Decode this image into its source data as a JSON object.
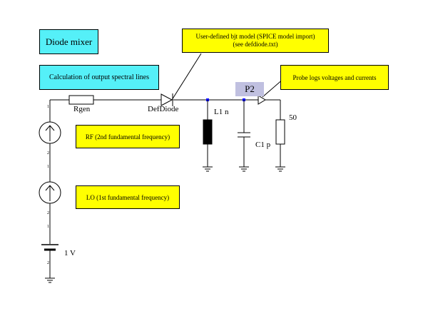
{
  "notes": {
    "title": "Diode mixer",
    "calc": "Calculation of output spectral lines",
    "bjt_line1": "User-defined bjt model (SPICE model import)",
    "bjt_line2": "(see defdiode.txt)",
    "probe": "Probe logs voltages and currents",
    "rf": "RF (2nd fundamental frequency)",
    "lo": "LO (1st fundamental frequency)"
  },
  "labels": {
    "rgen": "Rgen",
    "diode": "DefDiode",
    "inductor": "L1 n",
    "capacitor": "C1 p",
    "probe": "P2",
    "load": "50",
    "battery": "1 V"
  },
  "pins": {
    "rf_top": "1",
    "rf_bottom": "2",
    "lo_top": "1",
    "lo_bottom": "2",
    "bat_top": "1",
    "bat_bottom": "2"
  },
  "colors": {
    "note_cyan": "#55f0f8",
    "note_yellow": "#ffff00",
    "probe_box": "#c0c0e0",
    "wire": "#000000",
    "junction": "#0000ff"
  }
}
